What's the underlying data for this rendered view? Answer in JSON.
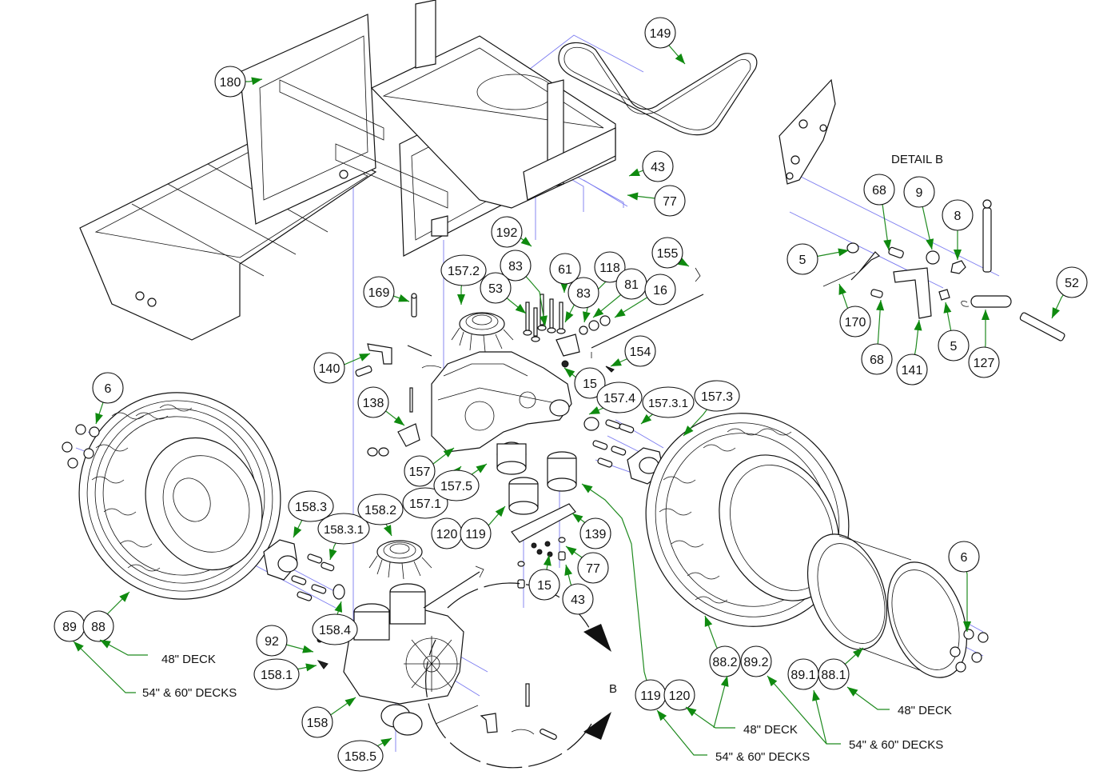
{
  "diagram": {
    "type": "exploded-parts-view",
    "detail_title": "DETAIL  B",
    "detail_marker": "B",
    "callouts": [
      {
        "id": "c180",
        "label": "180"
      },
      {
        "id": "c149",
        "label": "149"
      },
      {
        "id": "c43a",
        "label": "43"
      },
      {
        "id": "c77a",
        "label": "77"
      },
      {
        "id": "c192",
        "label": "192"
      },
      {
        "id": "c157_2",
        "label": "157.2"
      },
      {
        "id": "c83a",
        "label": "83"
      },
      {
        "id": "c53",
        "label": "53"
      },
      {
        "id": "c61",
        "label": "61"
      },
      {
        "id": "c83b",
        "label": "83"
      },
      {
        "id": "c118",
        "label": "118"
      },
      {
        "id": "c81",
        "label": "81"
      },
      {
        "id": "c16",
        "label": "16"
      },
      {
        "id": "c155",
        "label": "155"
      },
      {
        "id": "c169",
        "label": "169"
      },
      {
        "id": "c140",
        "label": "140"
      },
      {
        "id": "c154",
        "label": "154"
      },
      {
        "id": "c15a",
        "label": "15"
      },
      {
        "id": "c138",
        "label": "138"
      },
      {
        "id": "c157",
        "label": "157"
      },
      {
        "id": "c157_1",
        "label": "157.1"
      },
      {
        "id": "c157_5",
        "label": "157.5"
      },
      {
        "id": "c157_4",
        "label": "157.4"
      },
      {
        "id": "c157_3_1",
        "label": "157.3.1"
      },
      {
        "id": "c157_3",
        "label": "157.3"
      },
      {
        "id": "c6a",
        "label": "6"
      },
      {
        "id": "c158_3",
        "label": "158.3"
      },
      {
        "id": "c158_3_1",
        "label": "158.3.1"
      },
      {
        "id": "c158_2",
        "label": "158.2"
      },
      {
        "id": "c120a",
        "label": "120"
      },
      {
        "id": "c119a",
        "label": "119"
      },
      {
        "id": "c139",
        "label": "139"
      },
      {
        "id": "c77b",
        "label": "77"
      },
      {
        "id": "c15b",
        "label": "15"
      },
      {
        "id": "c43b",
        "label": "43"
      },
      {
        "id": "c158_4",
        "label": "158.4"
      },
      {
        "id": "c89",
        "label": "89"
      },
      {
        "id": "c88",
        "label": "88"
      },
      {
        "id": "c92",
        "label": "92"
      },
      {
        "id": "c158_1",
        "label": "158.1"
      },
      {
        "id": "c158",
        "label": "158"
      },
      {
        "id": "c158_5",
        "label": "158.5"
      },
      {
        "id": "c119b",
        "label": "119"
      },
      {
        "id": "c120b",
        "label": "120"
      },
      {
        "id": "c88_2",
        "label": "88.2"
      },
      {
        "id": "c89_2",
        "label": "89.2"
      },
      {
        "id": "c89_1",
        "label": "89.1"
      },
      {
        "id": "c88_1",
        "label": "88.1"
      },
      {
        "id": "c6b",
        "label": "6"
      },
      {
        "id": "c68a",
        "label": "68"
      },
      {
        "id": "c9",
        "label": "9"
      },
      {
        "id": "c8",
        "label": "8"
      },
      {
        "id": "c5a",
        "label": "5"
      },
      {
        "id": "c52",
        "label": "52"
      },
      {
        "id": "c170",
        "label": "170"
      },
      {
        "id": "c68b",
        "label": "68"
      },
      {
        "id": "c141",
        "label": "141"
      },
      {
        "id": "c5b",
        "label": "5"
      },
      {
        "id": "c127",
        "label": "127"
      }
    ],
    "notes": [
      {
        "id": "n48_left",
        "text": "48\" DECK"
      },
      {
        "id": "n5460_left",
        "text": "54\" & 60\" DECKS"
      },
      {
        "id": "n48_mid",
        "text": "48\" DECK"
      },
      {
        "id": "n5460_mid",
        "text": "54\" & 60\" DECKS"
      },
      {
        "id": "n48_right",
        "text": "48\" DECK"
      },
      {
        "id": "n5460_right",
        "text": "54\" & 60\" DECKS"
      }
    ],
    "colors": {
      "leader": "#1f8a1f",
      "arrowhead": "#0f8a0f",
      "explode_line": "#7b7bf0",
      "line_art": "#111111"
    }
  }
}
